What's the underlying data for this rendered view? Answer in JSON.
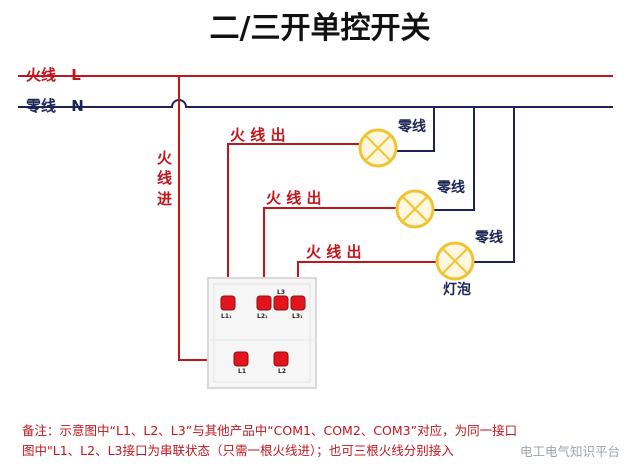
{
  "title": "二/三开单控开关",
  "live_line": {
    "name": "火线",
    "letter": "L"
  },
  "neutral_line": {
    "name": "零线",
    "letter": "N"
  },
  "live_in_label": "火\n线\n进",
  "branch_labels": [
    "火 线 出",
    "火 线 出",
    "火 线 出"
  ],
  "neutral_labels": [
    "零线",
    "零线",
    "零线"
  ],
  "bulb_label": "灯泡",
  "switch_terminals": [
    "L1₁",
    "L2₁",
    "L3",
    "L3₁",
    "L1",
    "L2"
  ],
  "notes": [
    "备注：示意图中“L1、L2、L3”与其他产品中“COM1、COM2、COM3”对应，为同一接口",
    "图中\"L1、L2、L3接口为串联状态（只需一根火线进）；也可三根火线分别接入"
  ],
  "watermark": "电工电气知识平台",
  "colors": {
    "live": "#c0161d",
    "neutral": "#1c2454",
    "bulb": "#f2c330",
    "switch_frame": "#d9d9d9"
  }
}
